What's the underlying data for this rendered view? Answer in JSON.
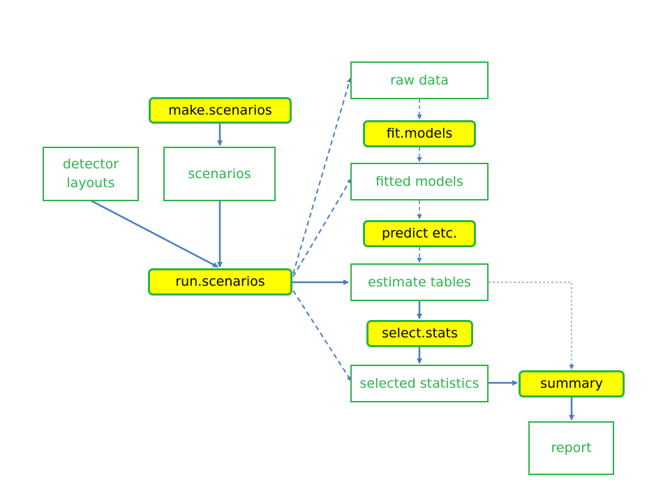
{
  "colors": {
    "function_fill": "#ffff00",
    "border": "#2db34a",
    "data_text": "#2db34a",
    "arrow_solid": "#4a7ebb",
    "arrow_dashed": "#4a7ebb"
  },
  "nodes": {
    "make_scenarios": "make.scenarios",
    "detector_layouts": "detector\nlayouts",
    "scenarios": "scenarios",
    "run_scenarios": "run.scenarios",
    "raw_data": "raw data",
    "fit_models": "fit.models",
    "fitted_models": "fitted models",
    "predict_etc": "predict etc.",
    "estimate_tables": "estimate tables",
    "select_stats": "select.stats",
    "selected_statistics": "selected statistics",
    "summary": "summary",
    "report": "report"
  }
}
